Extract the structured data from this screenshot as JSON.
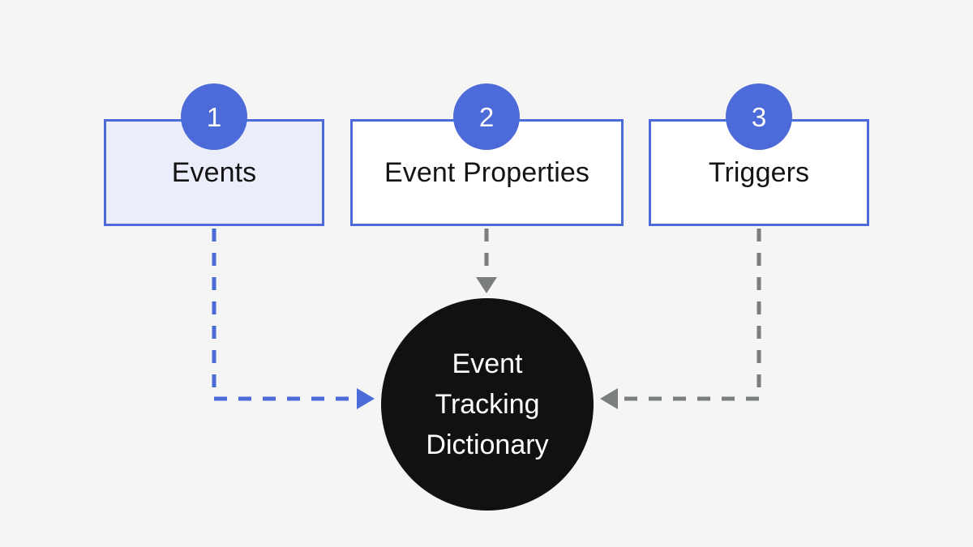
{
  "diagram": {
    "title": "Event Tracking Dictionary",
    "background_color": "#f5f5f5",
    "accent_color": "#4d6bd8",
    "hub_color": "#111111",
    "gray_color": "#7a7f7b",
    "nodes": [
      {
        "number": "1",
        "label": "Events",
        "fill_color": "#ecedfb",
        "border_color": "#4d6bd8",
        "connector_color": "#4d6bd8",
        "connector_style": "dashed",
        "arrow_direction": "right"
      },
      {
        "number": "2",
        "label": "Event Properties",
        "fill_color": "#ffffff",
        "border_color": "#4d6bd8",
        "connector_color": "#7a7f7b",
        "connector_style": "dashed",
        "arrow_direction": "down"
      },
      {
        "number": "3",
        "label": "Triggers",
        "fill_color": "#ffffff",
        "border_color": "#4d6bd8",
        "connector_color": "#7a7f7b",
        "connector_style": "dashed",
        "arrow_direction": "left"
      }
    ],
    "hub": {
      "lines": [
        "Event",
        "Tracking",
        "Dictionary"
      ],
      "fill_color": "#111111",
      "text_color": "#ffffff"
    }
  }
}
